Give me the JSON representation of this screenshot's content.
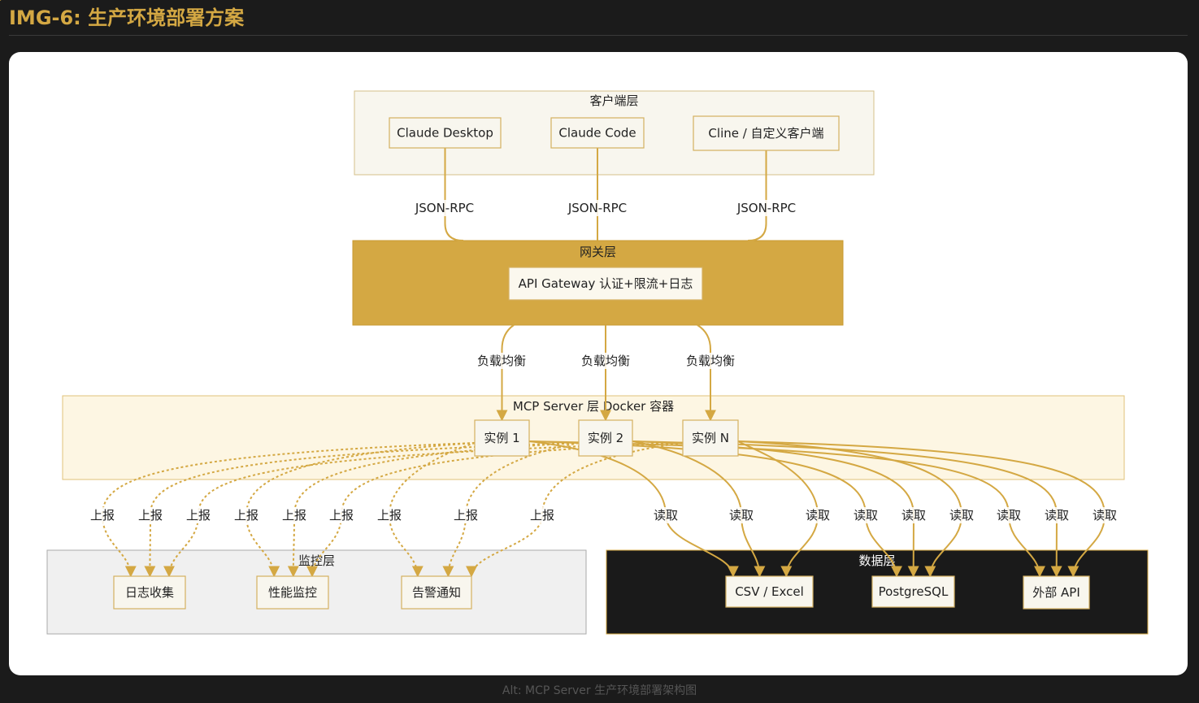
{
  "title": "IMG-6: 生产环境部署方案",
  "alt": "Alt: MCP Server 生产环境部署架构图",
  "colors": {
    "accent": "#d4a843",
    "dark": "#1a1a1a"
  },
  "groups": {
    "client": "客户端层",
    "gateway": "网关层",
    "mcp": "MCP Server 层 Docker 容器",
    "monitor": "监控层",
    "data": "数据层"
  },
  "nodes": {
    "claude_desktop": "Claude Desktop",
    "claude_code": "Claude Code",
    "cline": "Cline / 自定义客户端",
    "api_gateway": "API Gateway 认证+限流+日志",
    "inst1": "实例 1",
    "inst2": "实例 2",
    "instN": "实例 N",
    "log": "日志收集",
    "perf": "性能监控",
    "alert": "告警通知",
    "csv": "CSV / Excel",
    "pg": "PostgreSQL",
    "api": "外部 API"
  },
  "edge_labels": {
    "rpc": "JSON-RPC",
    "lb": "负载均衡",
    "report": "上报",
    "read": "读取"
  }
}
